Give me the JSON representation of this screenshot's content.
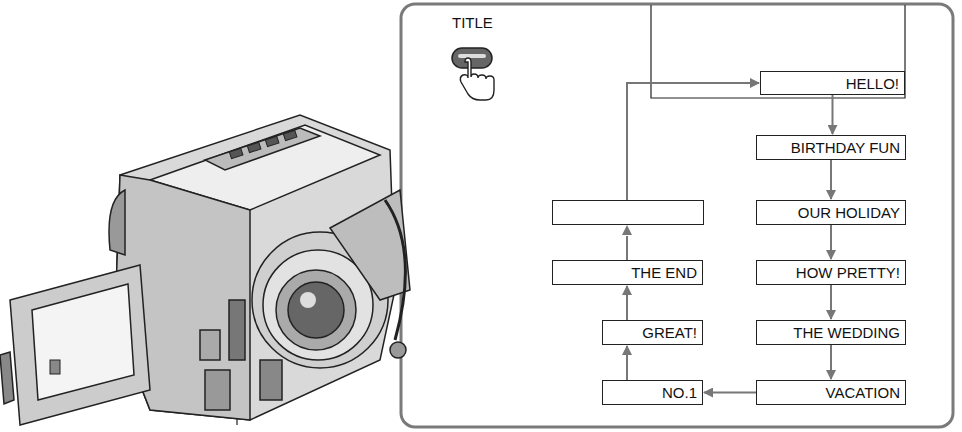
{
  "diagram": {
    "nodes": [
      {
        "text": [
          "HELLO!"
        ]
      },
      {
        "text": [
          "BIRTHDAY FUN"
        ]
      },
      {
        "text": [
          "OUR HOLIDAY"
        ]
      },
      {
        "text": [
          "HOW PRETTY!"
        ]
      },
      {
        "text": [
          "THE WEDDING"
        ]
      },
      {
        "text": [
          "VACATION"
        ]
      },
      {
        "text": [
          "NO.1"
        ]
      },
      {
        "text": [
          "GREAT!"
        ]
      },
      {
        "text": [
          "THE END"
        ]
      }
    ],
    "edges": [
      {
        "from": 0,
        "to": 1,
        "arrow": "to"
      },
      {
        "from": 1,
        "to": 2,
        "arrow": "to"
      },
      {
        "from": 2,
        "to": 3,
        "arrow": "to"
      },
      {
        "from": 3,
        "to": 4,
        "arrow": "to"
      },
      {
        "from": 4,
        "to": 5,
        "arrow": "to"
      },
      {
        "from": 5,
        "to": 6,
        "arrow": "to"
      },
      {
        "from": 6,
        "to": 7,
        "arrow": "to"
      },
      {
        "from": 7,
        "to": 8,
        "arrow": "to"
      },
      {
        "from": 8,
        "to": 0,
        "arrow": "to"
      }
    ],
    "labels": [
      "TITLE"
    ]
  }
}
